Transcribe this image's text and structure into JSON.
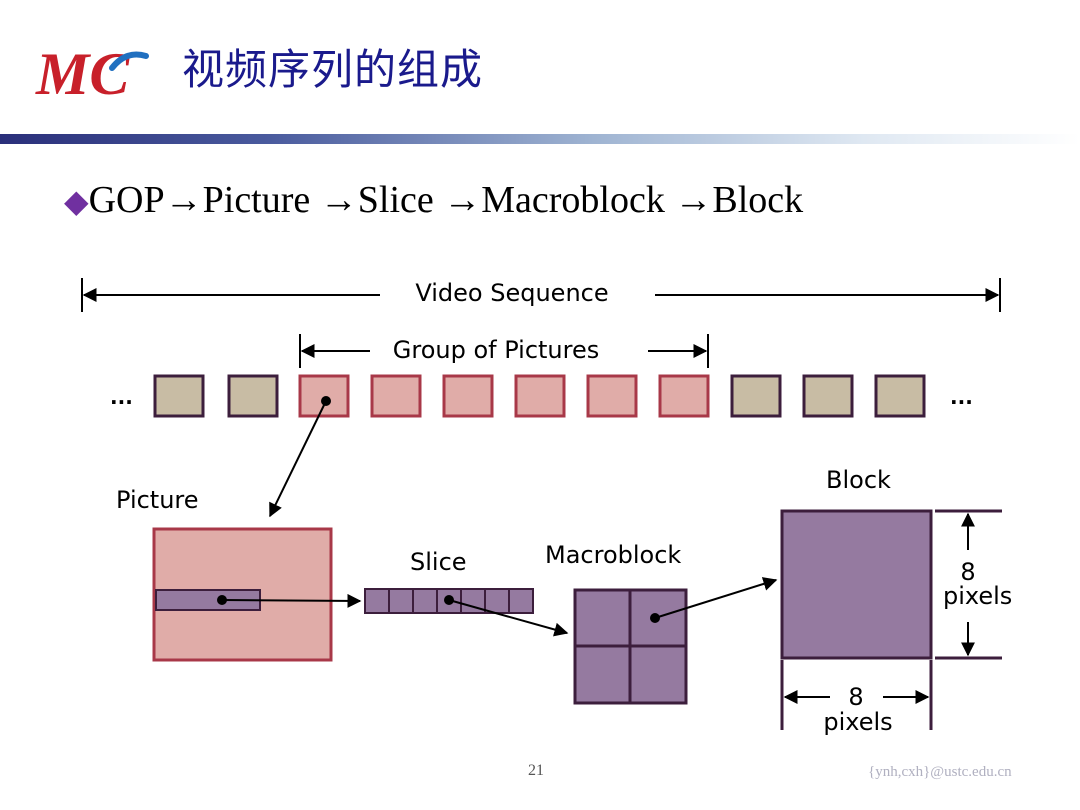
{
  "slide": {
    "logo_text": "MC",
    "title": "视频序列的组成",
    "bullet_symbol": "◆",
    "bullet_text": "GOP→Picture →Slice →Macroblock →Block",
    "page_number": "21",
    "footer_email": "{ynh,cxh}@ustc.edu.cn"
  },
  "diagram": {
    "label_video_sequence": "Video Sequence",
    "label_gop": "Group of Pictures",
    "label_picture": "Picture",
    "label_slice": "Slice",
    "label_macroblock": "Macroblock",
    "label_block": "Block",
    "ellipsis": "...",
    "height_value": "8",
    "height_unit": "pixels",
    "width_value": "8",
    "width_unit": "pixels",
    "colors": {
      "frame_fill": "#c8bca4",
      "gop_fill": "#e0aca8",
      "gop_stroke": "#a83848",
      "purple_fill": "#957aa0",
      "dark_stroke": "#3c1e3c"
    }
  }
}
